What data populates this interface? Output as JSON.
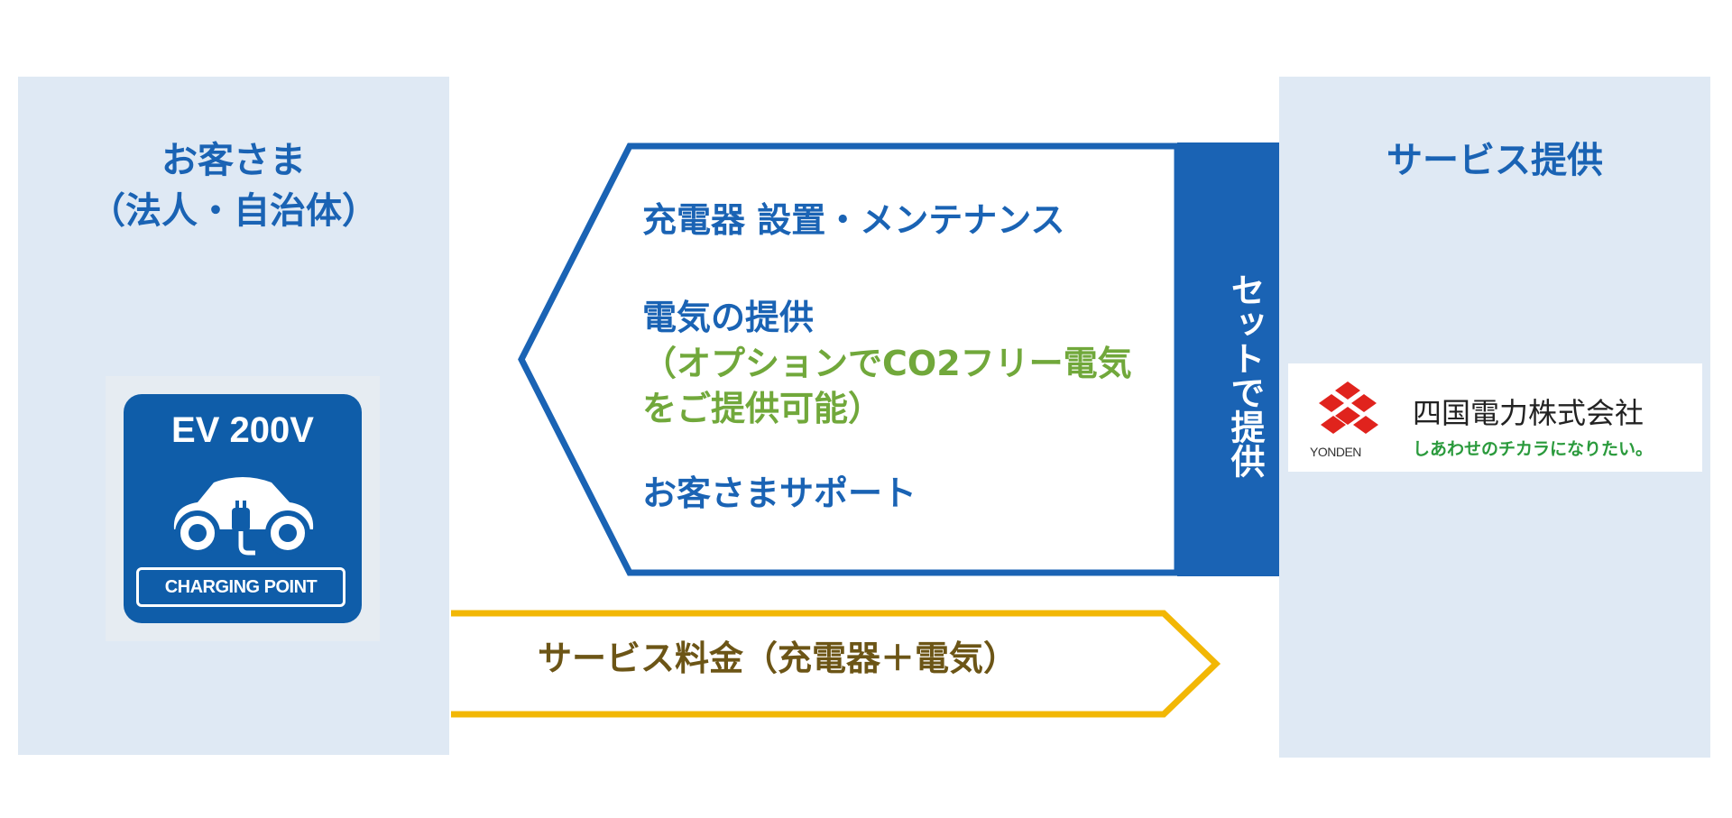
{
  "customer": {
    "line1": "お客さま",
    "line2": "（法人・自治体）"
  },
  "ev_sign": {
    "title": "EV 200V",
    "label": "CHARGING POINT"
  },
  "offer": {
    "item1": "充電器 設置・メンテナンス",
    "item2": "電気の提供",
    "item2_option_line1": "（オプションでCO2フリー電気",
    "item2_option_line2": "をご提供可能）",
    "item3": "お客さまサポート",
    "set_label": "セットで提供"
  },
  "fee": {
    "label": "サービス料金（充電器＋電気）"
  },
  "provider": {
    "title": "サービス提供",
    "logo_sub": "YONDEN",
    "logo_name": "四国電力株式会社",
    "logo_slogan": "しあわせのチカラになりたい。"
  },
  "colors": {
    "panel": "#dfe9f4",
    "blue": "#1a63b4",
    "green": "#71a83b",
    "gold_arrow": "#f2b705",
    "gold_text": "#6c5516",
    "logo_red": "#e0231d"
  }
}
